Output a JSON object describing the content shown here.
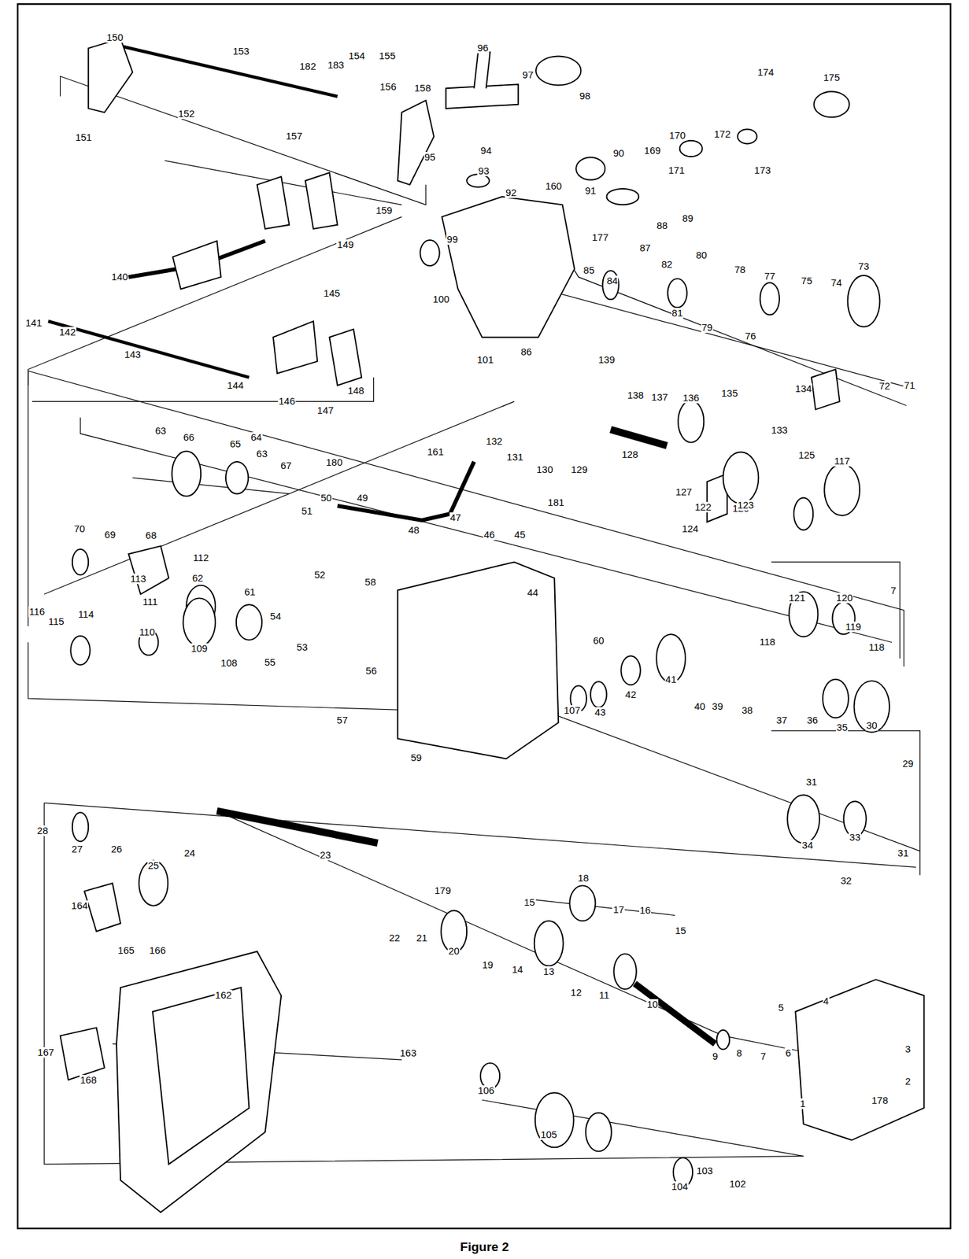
{
  "diagram": {
    "caption": "Figure 2",
    "labels": [
      "150",
      "153",
      "182",
      "183",
      "154",
      "155",
      "156",
      "158",
      "151",
      "152",
      "157",
      "159",
      "149",
      "96",
      "97",
      "98",
      "95",
      "94",
      "93",
      "92",
      "160",
      "91",
      "90",
      "89",
      "88",
      "87",
      "177",
      "169",
      "170",
      "171",
      "172",
      "174",
      "175",
      "173",
      "99",
      "100",
      "101",
      "86",
      "85",
      "84",
      "82",
      "80",
      "81",
      "79",
      "78",
      "77",
      "76",
      "75",
      "74",
      "73",
      "72",
      "71",
      "139",
      "138",
      "137",
      "136",
      "135",
      "134",
      "133",
      "140",
      "141",
      "142",
      "143",
      "144",
      "145",
      "146",
      "147",
      "148",
      "63",
      "66",
      "64",
      "65",
      "63",
      "67",
      "132",
      "131",
      "130",
      "129",
      "128",
      "127",
      "126",
      "125",
      "117",
      "180",
      "161",
      "50",
      "51",
      "49",
      "48",
      "47",
      "46",
      "45",
      "181",
      "124",
      "122",
      "123",
      "70",
      "69",
      "68",
      "62",
      "61",
      "112",
      "113",
      "111",
      "116",
      "115",
      "114",
      "110",
      "109",
      "108",
      "52",
      "54",
      "53",
      "55",
      "58",
      "56",
      "57",
      "59",
      "44",
      "60",
      "43",
      "42",
      "41",
      "40",
      "39",
      "38",
      "37",
      "36",
      "35",
      "30",
      "29",
      "107",
      "118",
      "121",
      "120",
      "119",
      "118",
      "7",
      "31",
      "34",
      "33",
      "32",
      "31",
      "28",
      "27",
      "26",
      "25",
      "24",
      "23",
      "179",
      "22",
      "21",
      "20",
      "19",
      "14",
      "13",
      "12",
      "11",
      "10",
      "18",
      "17",
      "16",
      "15",
      "15",
      "164",
      "165",
      "166",
      "162",
      "163",
      "167",
      "168",
      "106",
      "105",
      "104",
      "103",
      "102",
      "9",
      "8",
      "7",
      "6",
      "5",
      "4",
      "3",
      "2",
      "178",
      "1"
    ]
  }
}
